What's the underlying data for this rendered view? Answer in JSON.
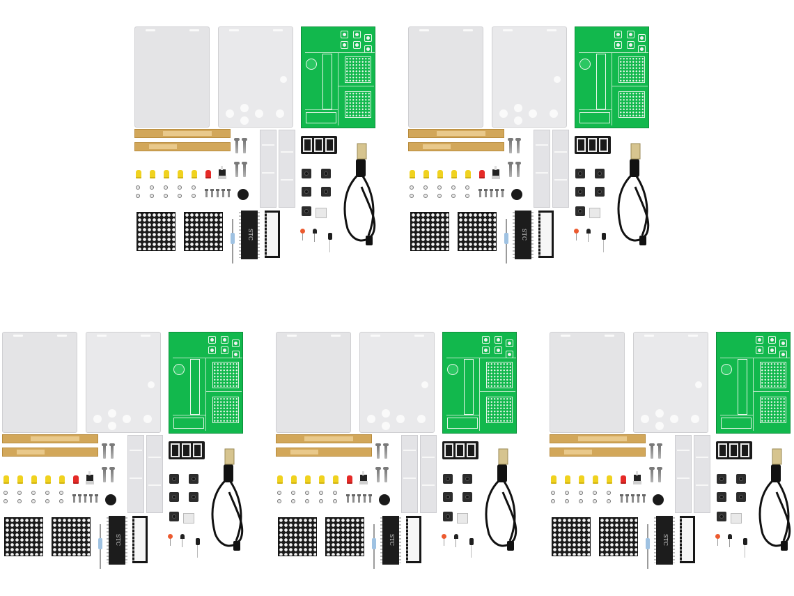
{
  "image": {
    "description_kits": 5,
    "kits": [
      {
        "id": "kit-1",
        "chip_text": "STC"
      },
      {
        "id": "kit-2",
        "chip_text": "STC"
      },
      {
        "id": "kit-3",
        "chip_text": "STC"
      },
      {
        "id": "kit-4",
        "chip_text": "STC"
      },
      {
        "id": "kit-5",
        "chip_text": "STC"
      }
    ]
  }
}
